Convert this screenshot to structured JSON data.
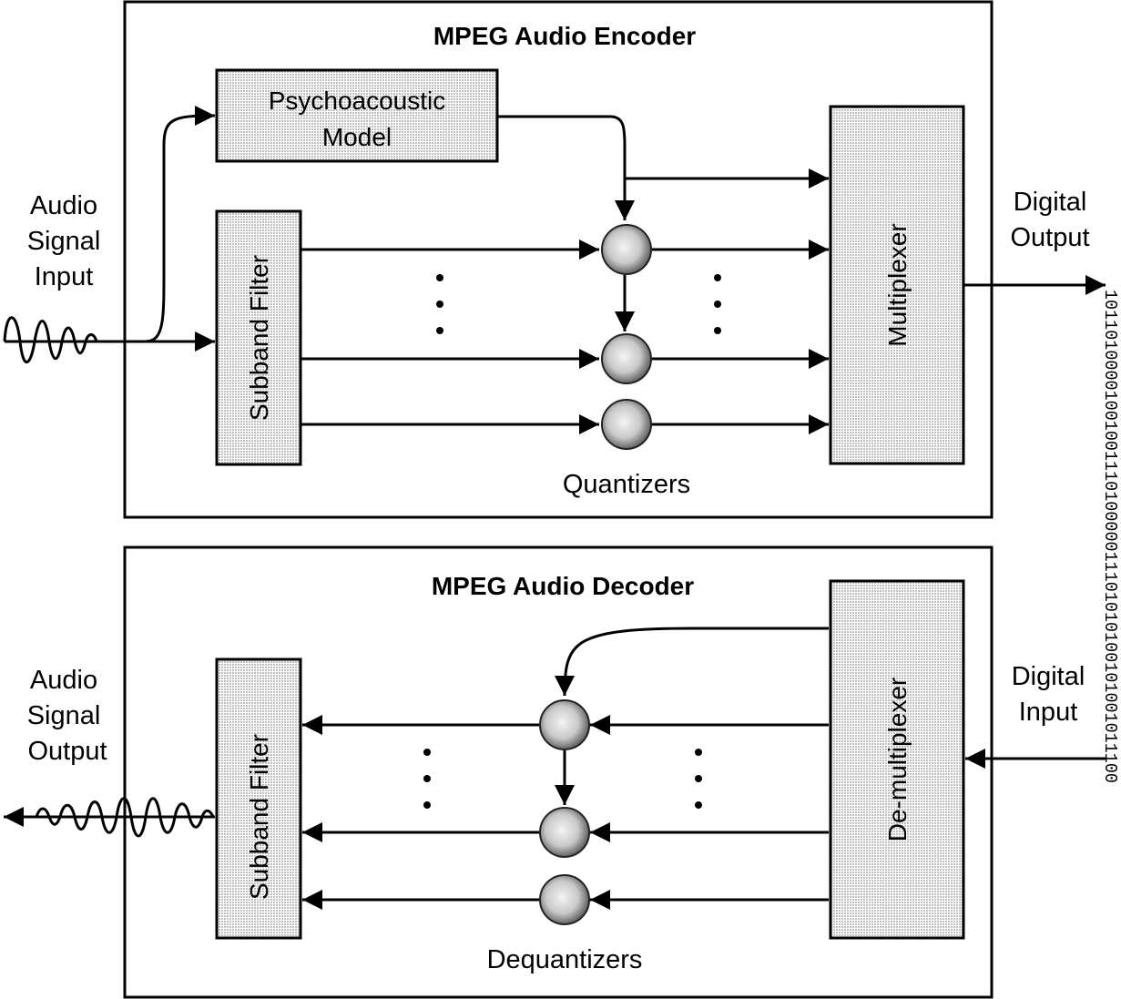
{
  "encoder": {
    "title": "MPEG Audio Encoder",
    "psychoacoustic_model": {
      "line1": "Psychoacoustic",
      "line2": "Model"
    },
    "subband_filter": "Subband Filter",
    "multiplexer": "Multiplexer",
    "quantizers_label": "Quantizers",
    "input_label": {
      "line1": "Audio",
      "line2": "Signal",
      "line3": "Input"
    },
    "output_label": {
      "line1": "Digital",
      "line2": "Output"
    }
  },
  "decoder": {
    "title": "MPEG Audio Decoder",
    "subband_filter": "Subband Filter",
    "demultiplexer": "De-multiplexer",
    "dequantizers_label": "Dequantizers",
    "output_label": {
      "line1": "Audio",
      "line2": "Signal",
      "line3": "Output"
    },
    "input_label": {
      "line1": "Digital",
      "line2": "Input"
    }
  },
  "bitstream": "1011010000100100111010000011101010100101001011100",
  "colors": {
    "stroke": "#000000",
    "box_fill": "#d9d9d9",
    "background": "#ffffff"
  }
}
